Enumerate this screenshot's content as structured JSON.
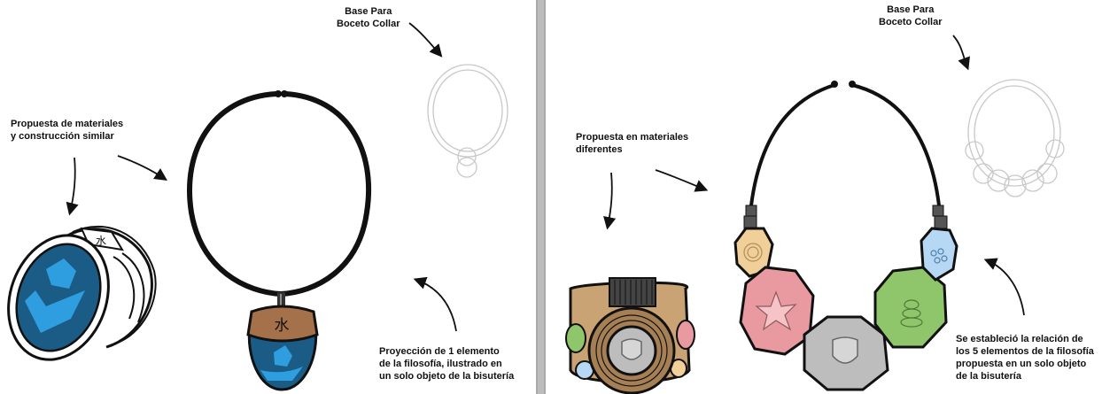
{
  "left_panel": {
    "base_label": [
      "Base Para",
      "Boceto Collar"
    ],
    "materials_label": [
      "Propuesta de materiales",
      "y construcción similar"
    ],
    "projection_label": [
      "Proyección de 1 elemento",
      "de la filosofía, ilustrado en",
      "un solo objeto de la bisutería"
    ],
    "pendant_glyph": "水",
    "ring_glyph": "水"
  },
  "right_panel": {
    "base_label": [
      "Base Para",
      "Boceto Collar"
    ],
    "materials_label": [
      "Propuesta en materiales",
      "diferentes"
    ],
    "relation_label": [
      "Se estableció la relación de",
      "los 5 elementos de la filosofía",
      "propuesta en un solo objeto",
      "de la bisutería"
    ]
  },
  "colors": {
    "water_blue": "#1a5c86",
    "light_blue": "#2f9ee0",
    "bronze": "#a5714a",
    "tan": "#c9a373",
    "stone_orange": "#f0cf98",
    "stone_pink": "#e89aa0",
    "stone_gray": "#bdbdbd",
    "stone_green": "#8fc56b",
    "stone_sky": "#b7d8f4",
    "divider": "#bcbcbc"
  }
}
